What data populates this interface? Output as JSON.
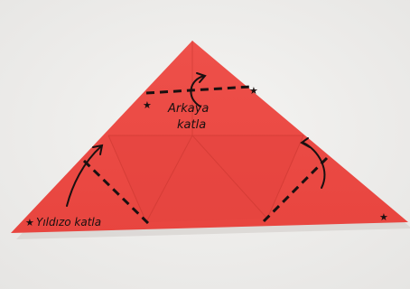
{
  "photo": {
    "background_color": "#f1f0ee",
    "paper_color": "#ec4c46",
    "paper_shade_color": "#e2403b",
    "ink_color": "#1a1010"
  },
  "annotations": {
    "back_fold_line1": "Arkaya",
    "back_fold_line2": "katla",
    "star_fold": "Yıldızo katla"
  },
  "marks": {
    "star_symbol": "★"
  }
}
